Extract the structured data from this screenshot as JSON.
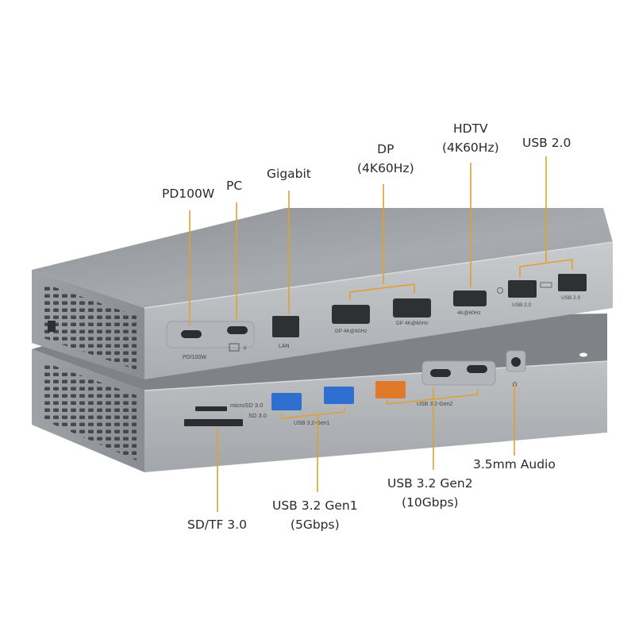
{
  "callouts": {
    "pd100w": "PD100W",
    "pc": "PC",
    "gigabit": "Gigabit",
    "dp_line1": "DP",
    "dp_line2": "(4K60Hz)",
    "hdtv_line1": "HDTV",
    "hdtv_line2": "(4K60Hz)",
    "usb20": "USB 2.0",
    "audio": "3.5mm Audio",
    "gen2_line1": "USB 3.2 Gen2",
    "gen2_line2": "(10Gbps)",
    "gen1_line1": "USB 3.2 Gen1",
    "gen1_line2": "(5Gbps)",
    "sdtf": "SD/TF 3.0"
  },
  "port_labels": {
    "pd": "PD/100W",
    "lan": "LAN",
    "dp1": "DP 4K@60Hz",
    "dp2": "DP 4K@60Hz",
    "hdmi": "4K@60Hz",
    "usb2_a": "USB 2.0",
    "usb2_b": "USB 2.0",
    "microsd": "microSD 3.0",
    "sd": "SD 3.0",
    "gen1": "USB 3.2-Gen1",
    "gen2": "USB 3.2-Gen2"
  },
  "colors": {
    "accent_line": "#e0a030",
    "usb3_blue": "#2f6fd0",
    "usb_orange": "#e07a2a",
    "indicator": "#ffffff"
  }
}
